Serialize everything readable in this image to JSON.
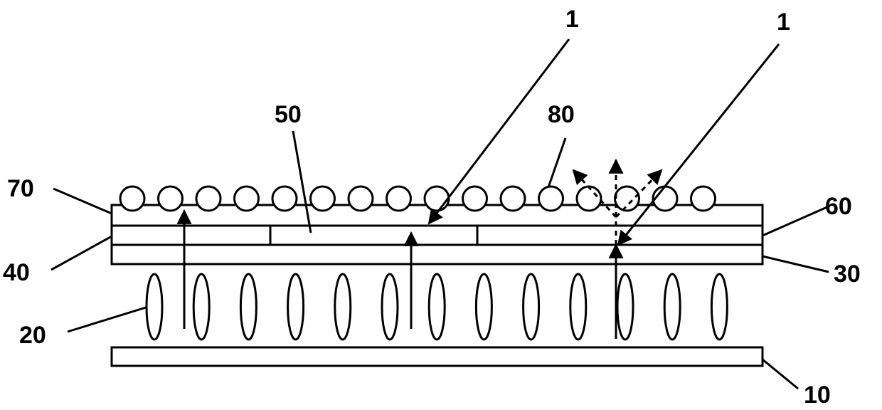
{
  "figure": {
    "labels": {
      "ref_1_left": "1",
      "ref_1_right": "1",
      "ref_50": "50",
      "ref_80": "80",
      "ref_70": "70",
      "ref_60": "60",
      "ref_40": "40",
      "ref_30": "30",
      "ref_20": "20",
      "ref_10": "10"
    },
    "counts": {
      "particles": 16,
      "ellipses": 13
    },
    "colors": {
      "line": "#000000",
      "background": "#ffffff"
    }
  }
}
